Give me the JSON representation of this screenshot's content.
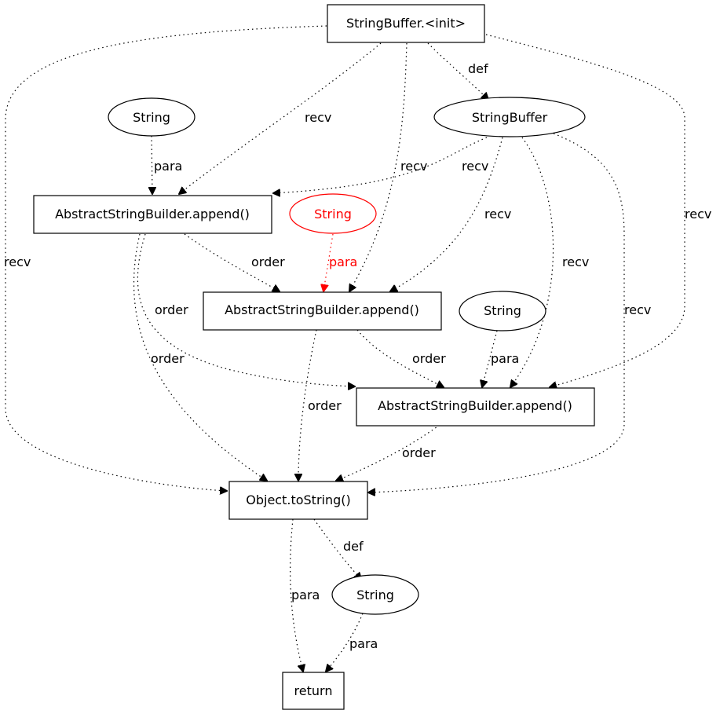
{
  "nodes": {
    "sb_init": {
      "label": "StringBuffer.<init>",
      "shape": "box"
    },
    "string_a": {
      "label": "String",
      "shape": "ellipse"
    },
    "stringbuffer": {
      "label": "StringBuffer",
      "shape": "ellipse"
    },
    "append1": {
      "label": "AbstractStringBuilder.append()",
      "shape": "box"
    },
    "string_red": {
      "label": "String",
      "shape": "ellipse",
      "highlight": true,
      "color": "#ff0000"
    },
    "append2": {
      "label": "AbstractStringBuilder.append()",
      "shape": "box"
    },
    "string_b": {
      "label": "String",
      "shape": "ellipse"
    },
    "append3": {
      "label": "AbstractStringBuilder.append()",
      "shape": "box"
    },
    "tostring": {
      "label": "Object.toString()",
      "shape": "box"
    },
    "string_c": {
      "label": "String",
      "shape": "ellipse"
    },
    "ret": {
      "label": "return",
      "shape": "box"
    }
  },
  "edges": [
    {
      "id": "e1",
      "from": "sb_init",
      "to": "stringbuffer",
      "label": "def"
    },
    {
      "id": "e2",
      "from": "sb_init",
      "to": "append1",
      "label": "recv"
    },
    {
      "id": "e3",
      "from": "sb_init",
      "to": "append2",
      "label": "recv"
    },
    {
      "id": "e4",
      "from": "sb_init",
      "to": "tostring",
      "label": "recv"
    },
    {
      "id": "e5",
      "from": "sb_init",
      "to": "append3",
      "label": "recv"
    },
    {
      "id": "e6",
      "from": "string_a",
      "to": "append1",
      "label": "para"
    },
    {
      "id": "e7",
      "from": "stringbuffer",
      "to": "append1",
      "label": "recv"
    },
    {
      "id": "e8",
      "from": "stringbuffer",
      "to": "append2",
      "label": "recv"
    },
    {
      "id": "e9",
      "from": "stringbuffer",
      "to": "append3",
      "label": "recv"
    },
    {
      "id": "e10",
      "from": "stringbuffer",
      "to": "tostring",
      "label": "recv"
    },
    {
      "id": "e11",
      "from": "append1",
      "to": "append2",
      "label": "order"
    },
    {
      "id": "e12",
      "from": "append1",
      "to": "append3",
      "label": "order"
    },
    {
      "id": "e13",
      "from": "append1",
      "to": "tostring",
      "label": "order"
    },
    {
      "id": "e14",
      "from": "string_red",
      "to": "append2",
      "label": "para",
      "highlight": true
    },
    {
      "id": "e15",
      "from": "append2",
      "to": "append3",
      "label": "order"
    },
    {
      "id": "e16",
      "from": "append2",
      "to": "tostring",
      "label": "order"
    },
    {
      "id": "e17",
      "from": "string_b",
      "to": "append3",
      "label": "para"
    },
    {
      "id": "e18",
      "from": "append3",
      "to": "tostring",
      "label": "order"
    },
    {
      "id": "e19",
      "from": "tostring",
      "to": "string_c",
      "label": "def"
    },
    {
      "id": "e20",
      "from": "tostring",
      "to": "ret",
      "label": "para"
    },
    {
      "id": "e21",
      "from": "string_c",
      "to": "ret",
      "label": "para"
    }
  ]
}
